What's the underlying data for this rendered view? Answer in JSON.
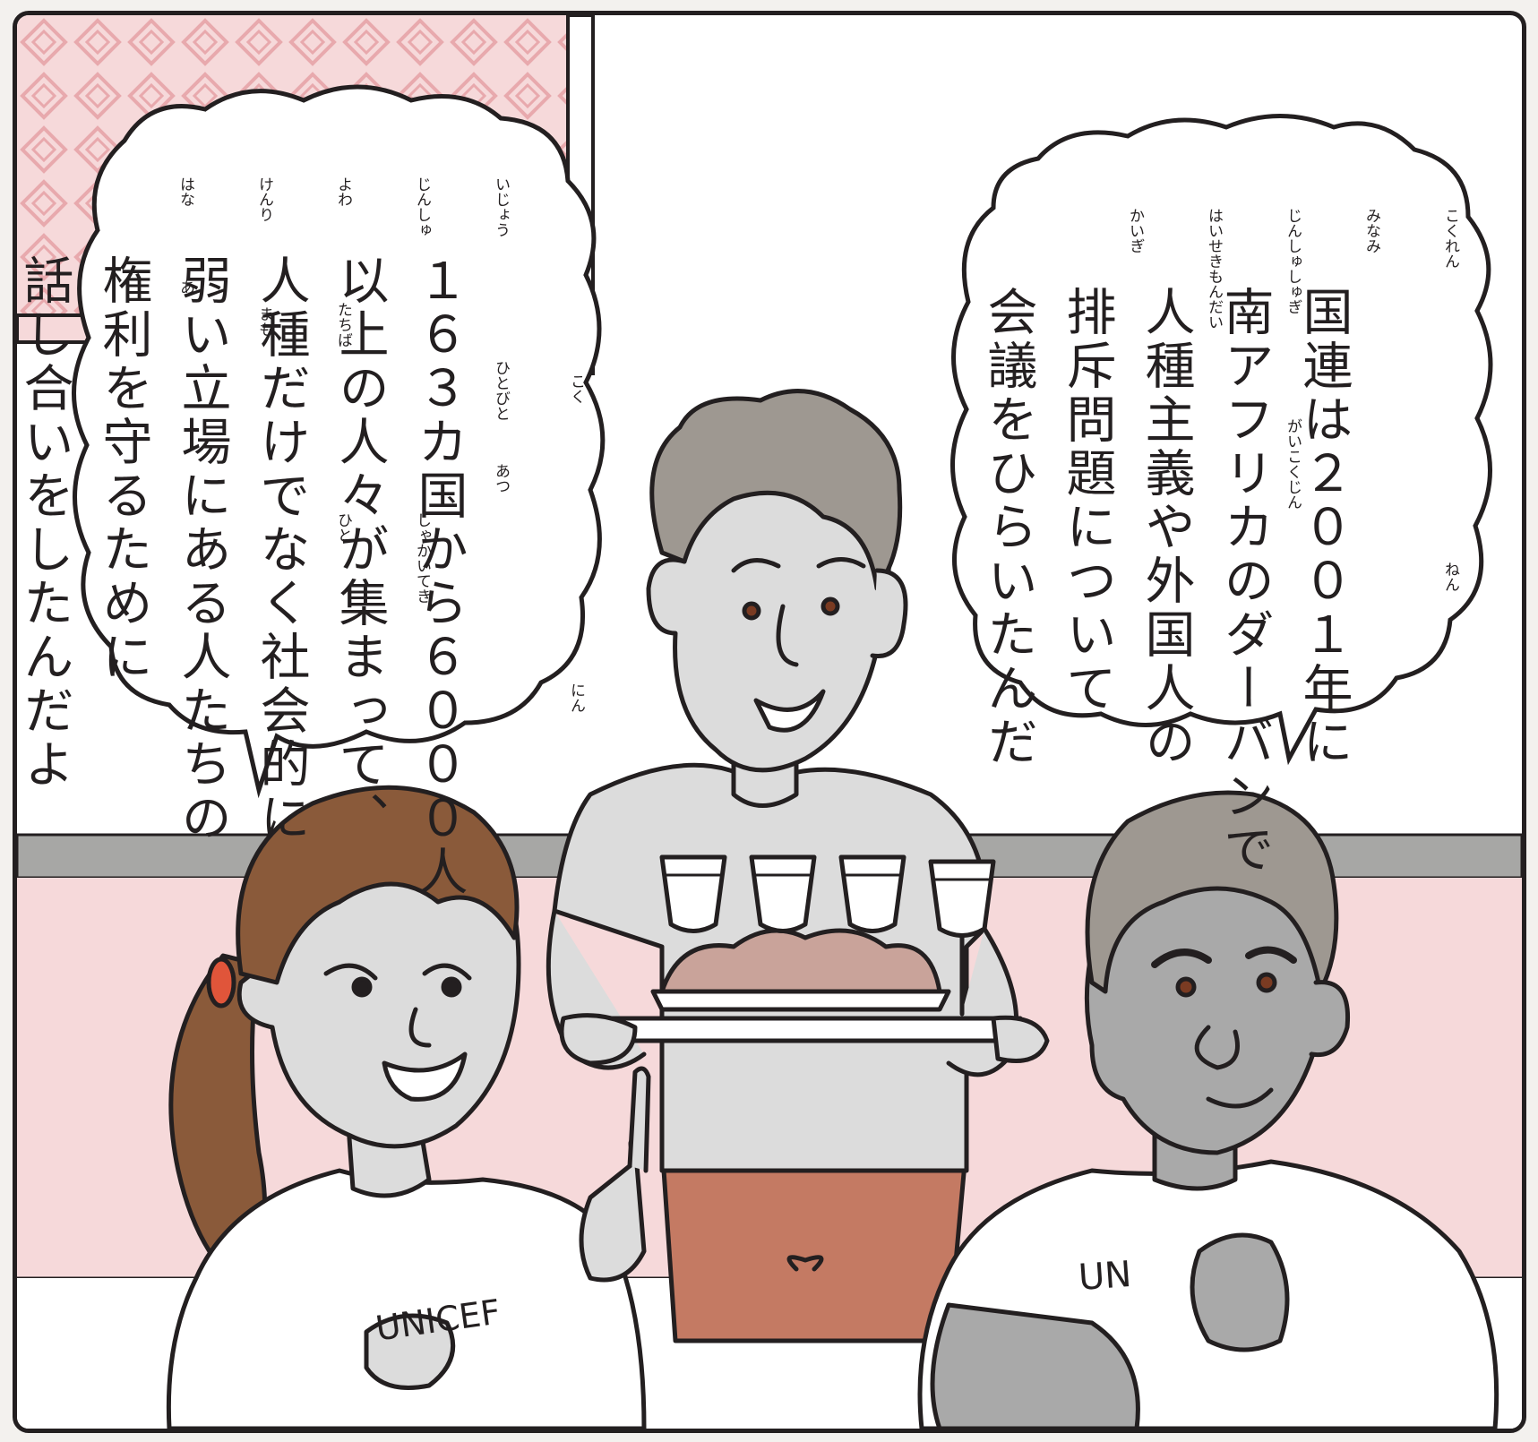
{
  "panel": {
    "bubble_left": {
      "lines": [
        "１６３カ国から６０００人",
        "以上の人々が集まって、",
        "人種だけでなく社会的に",
        "弱い立場にある人たちの",
        "権利を守るために",
        "話し合いをしたんだよ"
      ],
      "ruby": [
        "こく",
        "にん",
        "いじょう",
        "ひとびと",
        "あつ",
        "じんしゅ",
        "しゃかいてき",
        "よわ",
        "たちば",
        "ひと",
        "けんり",
        "まも",
        "はな",
        "あ"
      ]
    },
    "bubble_right": {
      "lines": [
        "国連は２００１年に",
        "南アフリカのダーバンで",
        "人種主義や外国人の",
        "排斥問題について",
        "会議をひらいたんだ"
      ],
      "ruby": [
        "こくれん",
        "ねん",
        "みなみ",
        "じんしゅしゅぎ",
        "がいこくじん",
        "はいせきもんだい",
        "かいぎ"
      ]
    },
    "shirt_girl": "UNICEF",
    "shirt_man": "UN",
    "colors": {
      "outline": "#231f20",
      "wall_pink": "#f6d9da",
      "rail_gray": "#a7a7a5",
      "skin_gray": "#dcdcdc",
      "skin_dark": "#a9a9a9",
      "hair_brown": "#8a5a3a",
      "hair_gray": "#9e9891",
      "pants": "#c47a63",
      "hair_tie": "#e0553a",
      "eye": "#7a3b22",
      "food": "#c9a39a"
    }
  }
}
